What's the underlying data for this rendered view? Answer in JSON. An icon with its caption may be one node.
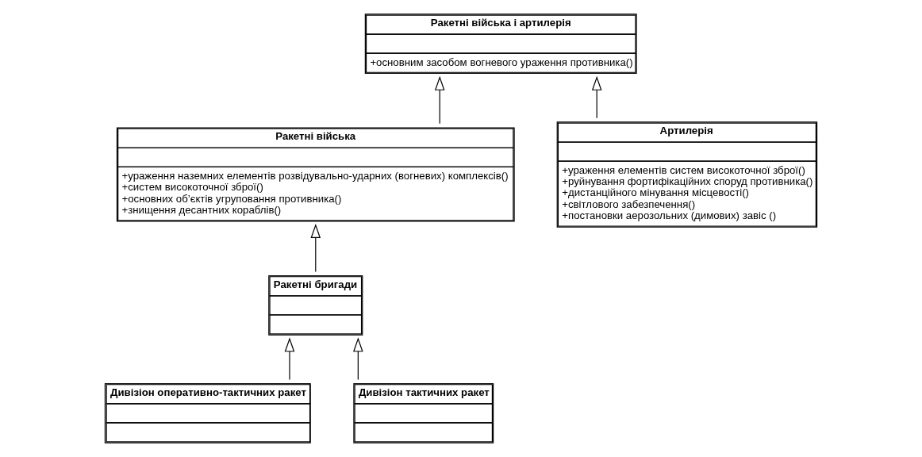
{
  "diagram": {
    "nodes": [
      {
        "text": [
          "Ракетні війська і артилерія",
          "+основним засобом вогневого ураження противника()"
        ]
      },
      {
        "text": [
          "Ракетні війська",
          "+ураження наземних елементів розвідувально-ударних (вогневих) комплексів()",
          "+систем високоточної зброї()",
          "+основних об’єктів угруповання противника()",
          "+знищення десантних кораблів()"
        ]
      },
      {
        "text": [
          "Артилерія",
          "+ураження елементів систем високоточної зброї()",
          "+руйнування фортифікаційних споруд противника()",
          "+дистанційного мінування місцевості()",
          "+світлового забезпечення()",
          "+постановки аерозольних (димових) завіс ()"
        ]
      },
      {
        "text": [
          "Ракетні бригади"
        ]
      },
      {
        "text": [
          "Дивізіон оперативно-тактичних ракет"
        ]
      },
      {
        "text": [
          "Дивізіон тактичних ракет"
        ]
      }
    ],
    "edges": [
      {
        "from": 1,
        "to": 0,
        "arrow": "to"
      },
      {
        "from": 2,
        "to": 0,
        "arrow": "to"
      },
      {
        "from": 3,
        "to": 1,
        "arrow": "to"
      },
      {
        "from": 4,
        "to": 3,
        "arrow": "to"
      },
      {
        "from": 5,
        "to": 3,
        "arrow": "to"
      }
    ]
  }
}
